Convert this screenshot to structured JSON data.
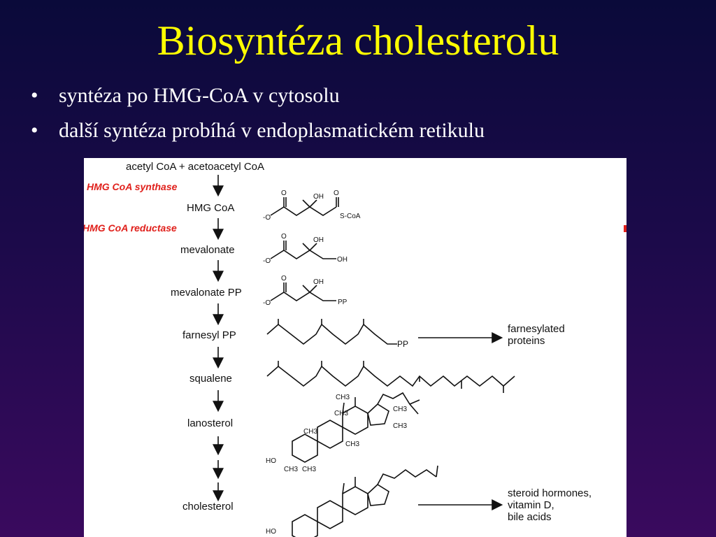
{
  "slide": {
    "title": "Biosyntéza cholesterolu",
    "bullets": [
      "syntéza po HMG-CoA v cytosolu",
      "další syntéza probíhá v endoplasmatickém retikulu"
    ]
  },
  "diagram": {
    "steps": [
      "acetyl CoA + acetoacetyl CoA",
      "HMG CoA",
      "mevalonate",
      "mevalonate PP",
      "farnesyl PP",
      "squalene",
      "lanosterol",
      "cholesterol"
    ],
    "enzymes": [
      "HMG CoA synthase",
      "HMG CoA reductase"
    ],
    "products": {
      "farnesyl": [
        "farnesylated",
        "proteins"
      ],
      "cholesterol": [
        "steroid hormones,",
        "vitamin D,",
        "bile acids"
      ]
    },
    "atoms": {
      "oh": "OH",
      "o": "O",
      "o_minus": "-O",
      "s_coa": "S-CoA",
      "pp": "PP",
      "ch3": "CH3",
      "ho": "HO"
    }
  },
  "colors": {
    "title": "#ffff00",
    "enzyme": "#e0201b"
  }
}
